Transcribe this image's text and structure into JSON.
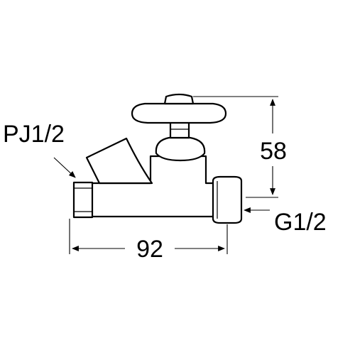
{
  "labels": {
    "inlet_thread": "PJ1/2",
    "height_dim": "58",
    "outlet_thread": "G1/2",
    "length_dim": "92"
  }
}
